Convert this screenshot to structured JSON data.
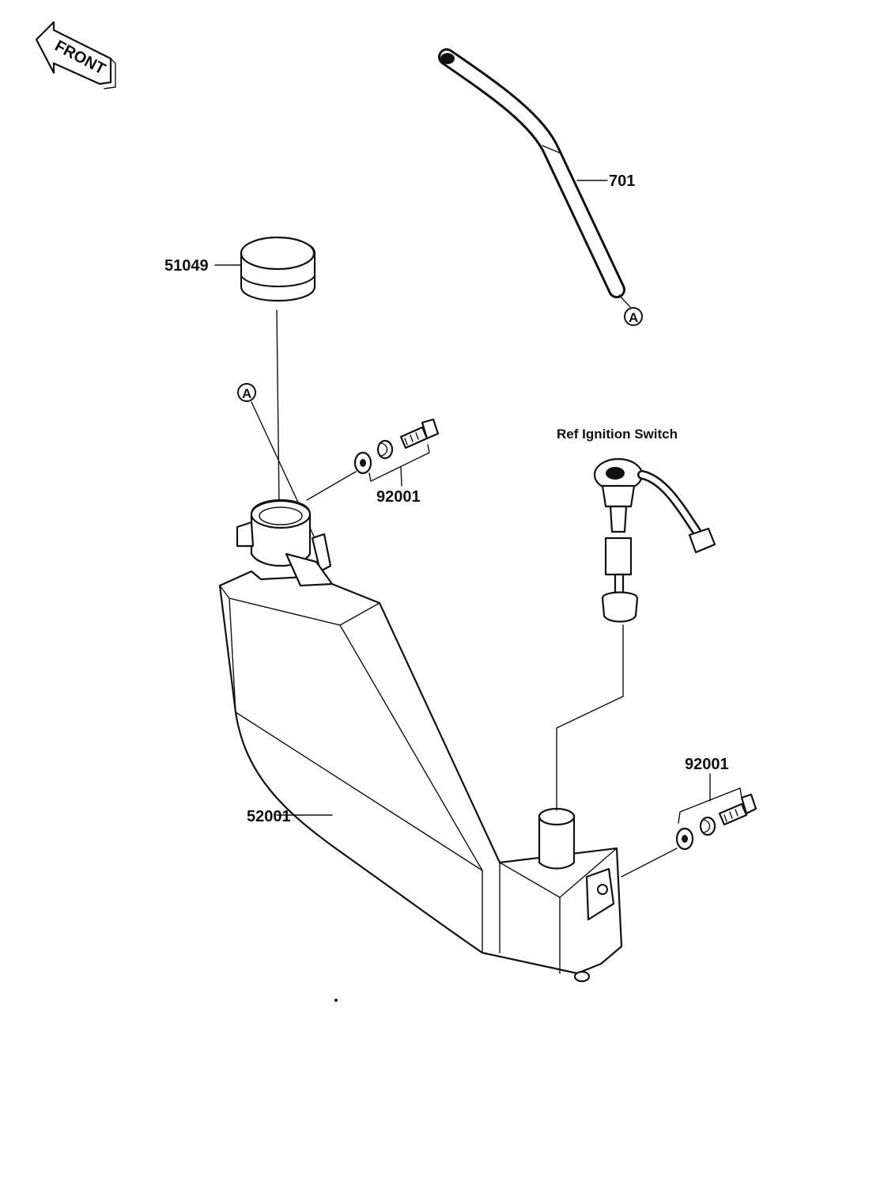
{
  "front_badge": {
    "text": "FRONT"
  },
  "parts": {
    "hose": "701",
    "cap": "51049",
    "bolt_top": "92001",
    "bolt_bottom": "92001",
    "tank": "52001"
  },
  "ref_note": "Ref  Ignition Switch",
  "markers": {
    "top_right": "A",
    "left": "A"
  },
  "icons": [
    "front-arrow-icon"
  ]
}
